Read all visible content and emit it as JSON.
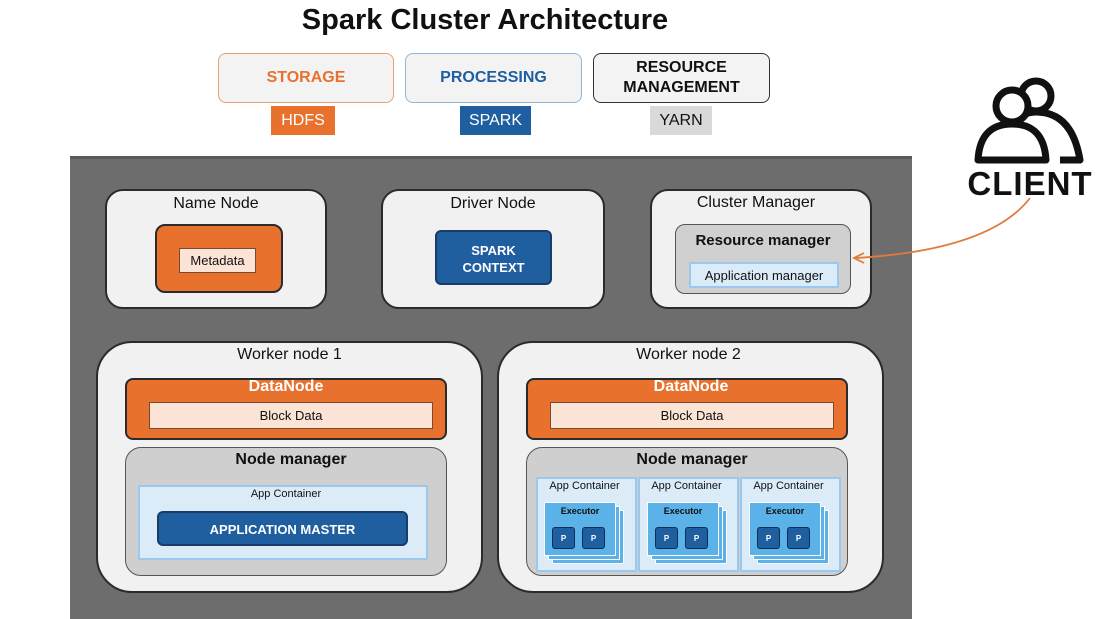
{
  "title": "Spark Cluster Architecture",
  "legend": [
    {
      "label": "STORAGE",
      "tag": "HDFS",
      "color": "#e8712e"
    },
    {
      "label": "PROCESSING",
      "tag": "SPARK",
      "color": "#1f5fa0"
    },
    {
      "label": "RESOURCE MANAGEMENT",
      "tag": "YARN",
      "color": "#d9d9d9"
    }
  ],
  "client": {
    "label": "CLIENT",
    "icon": "users-icon"
  },
  "name_node": {
    "title": "Name Node",
    "metadata": "Metadata"
  },
  "driver_node": {
    "title": "Driver Node",
    "context": "SPARK CONTEXT"
  },
  "cluster_manager": {
    "title": "Cluster Manager",
    "resource_manager": "Resource manager",
    "app_manager": "Application manager"
  },
  "worker1": {
    "title": "Worker node 1",
    "datanode": "DataNode",
    "block_data": "Block Data",
    "node_manager": "Node manager",
    "app_container": "App Container",
    "app_master": "APPLICATION MASTER"
  },
  "worker2": {
    "title": "Worker node 2",
    "datanode": "DataNode",
    "block_data": "Block Data",
    "node_manager": "Node manager",
    "containers": [
      {
        "label": "App Container",
        "executor": "Executor",
        "p1": "P",
        "p2": "P"
      },
      {
        "label": "App Container",
        "executor": "Executor",
        "p1": "P",
        "p2": "P"
      },
      {
        "label": "App Container",
        "executor": "Executor",
        "p1": "P",
        "p2": "P"
      }
    ]
  }
}
